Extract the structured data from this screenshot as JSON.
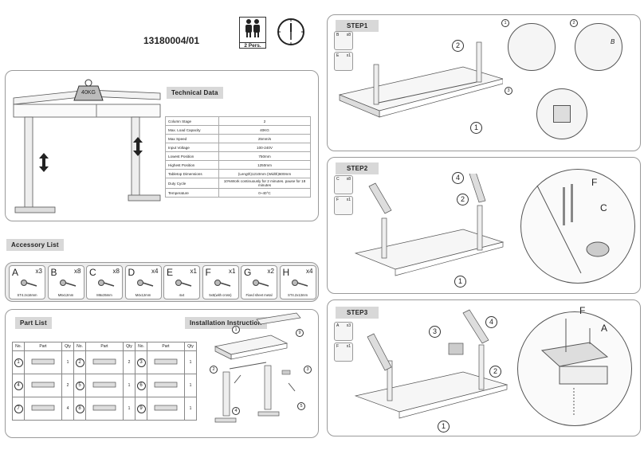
{
  "doc_number": "13180004/01",
  "persons_label": "2 Pers.",
  "load_label": "40KG",
  "technical_data": {
    "title": "Technical Data",
    "rows": [
      {
        "label": "Column Stage",
        "value": "2"
      },
      {
        "label": "Max. Load Capacity",
        "value": "40KG"
      },
      {
        "label": "Max Speed",
        "value": "25mm/s"
      },
      {
        "label": "Input Voltage",
        "value": "100-240V"
      },
      {
        "label": "Lowest Position",
        "value": "750mm"
      },
      {
        "label": "Highest Position",
        "value": "1250mm"
      },
      {
        "label": "Tabletop Dimensions",
        "value": "(Length)1210mm (Width)600mm"
      },
      {
        "label": "Duty Cycle",
        "value": "10%Work continuously for 2 minutes. pause for 18 minutes"
      },
      {
        "label": "Temperature",
        "value": "0~40°C"
      }
    ]
  },
  "accessory_list": {
    "title": "Accessory List",
    "items": [
      {
        "letter": "A",
        "qty": "x3",
        "spec": "ST4.2x16mm"
      },
      {
        "letter": "B",
        "qty": "x8",
        "spec": "M6x12mm"
      },
      {
        "letter": "C",
        "qty": "x8",
        "spec": "M6x35mm"
      },
      {
        "letter": "D",
        "qty": "x4",
        "spec": "M4x12mm"
      },
      {
        "letter": "E",
        "qty": "x1",
        "spec": "4x4"
      },
      {
        "letter": "F",
        "qty": "x1",
        "spec": "5x5(with cross)"
      },
      {
        "letter": "G",
        "qty": "x2",
        "spec": "Fixed sheet metal"
      },
      {
        "letter": "H",
        "qty": "x4",
        "spec": "ST4.2x13mm"
      }
    ]
  },
  "part_list": {
    "title": "Part List",
    "headers": [
      "No.",
      "Part",
      "Qty",
      "No.",
      "Part",
      "Qty",
      "No.",
      "Part",
      "Qty"
    ],
    "rows": [
      [
        {
          "no": "1",
          "qty": "1"
        },
        {
          "no": "2",
          "qty": "2"
        },
        {
          "no": "3",
          "qty": "1"
        }
      ],
      [
        {
          "no": "4",
          "qty": "2"
        },
        {
          "no": "5",
          "qty": "1"
        },
        {
          "no": "6",
          "qty": "1"
        }
      ],
      [
        {
          "no": "7",
          "qty": "4"
        },
        {
          "no": "8",
          "qty": "1"
        },
        {
          "no": "9",
          "qty": "1"
        }
      ]
    ]
  },
  "installation": {
    "title": "Installation Instruction"
  },
  "steps": [
    {
      "title": "STEP1",
      "accessories": [
        {
          "letter": "B",
          "qty": "x8"
        },
        {
          "letter": "E",
          "qty": "x1"
        }
      ]
    },
    {
      "title": "STEP2",
      "accessories": [
        {
          "letter": "C",
          "qty": "x8"
        },
        {
          "letter": "F",
          "qty": "x1"
        }
      ]
    },
    {
      "title": "STEP3",
      "accessories": [
        {
          "letter": "A",
          "qty": "x3"
        },
        {
          "letter": "F",
          "qty": "x1"
        }
      ]
    }
  ],
  "callouts": {
    "one": "1",
    "two": "2",
    "three": "3",
    "four": "4",
    "F": "F",
    "C": "C",
    "A": "A",
    "B": "B"
  }
}
